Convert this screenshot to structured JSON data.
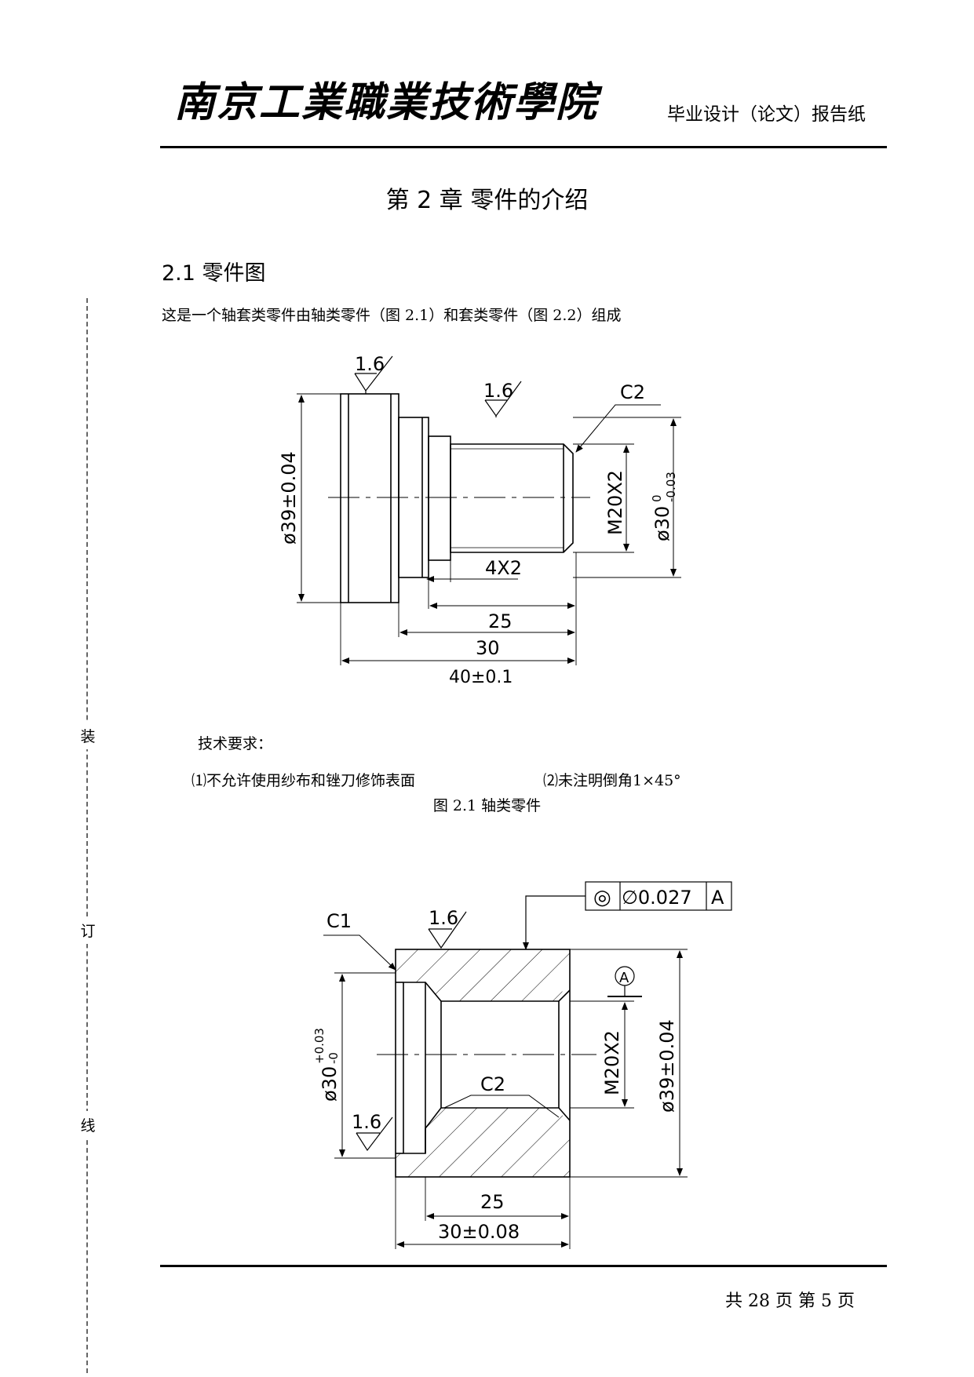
{
  "header": {
    "school": "南京工業職業技術學院",
    "subtitle": "毕业设计（论文）报告纸"
  },
  "chapter_title": "第 2 章  零件的介绍",
  "section_title": "2.1 零件图",
  "intro": "这是一个轴套类零件由轴类零件（图 2.1）和套类零件（图 2.2）组成",
  "figure1": {
    "caption": "图 2.1    轴类零件",
    "tech_title": "技术要求：",
    "req1": "⑴不允许使用纱布和锉刀修饰表面",
    "req2": "⑵未注明倒角1×45°",
    "dims": {
      "rough1": "1.6",
      "rough2": "1.6",
      "chamfer": "C2",
      "dia39": "ø39±0.04",
      "thread": "M20X2",
      "dia30": "ø30",
      "dia30_tol": "0",
      "dia30_tol_low": "-0.03",
      "groove": "4X2",
      "len25": "25",
      "len30": "30",
      "len40": "40±0.1"
    }
  },
  "figure2": {
    "dims": {
      "chamfer1": "C1",
      "rough1": "1.6",
      "rough2": "1.6",
      "tol_symbol": "◎",
      "tol_value": "∅0.027",
      "tol_datum": "A",
      "datum": "A",
      "dia30": "ø30",
      "dia30_tol_up": "+0.03",
      "dia30_tol_low": "-0",
      "thread": "M20X2",
      "dia39": "ø39±0.04",
      "chamfer2": "C2",
      "len25": "25",
      "len30": "30±0.08"
    }
  },
  "binding": {
    "c1": "装",
    "c2": "订",
    "c3": "线"
  },
  "footer": "共 28 页 第 5 页"
}
